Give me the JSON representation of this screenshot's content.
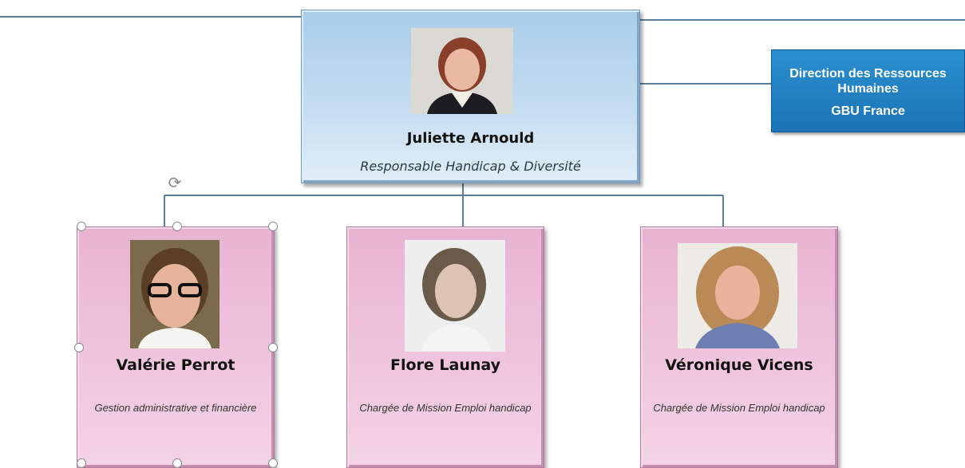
{
  "top": {
    "name": "Juliette Arnould",
    "role": "Responsable Handicap & Diversité"
  },
  "hr": {
    "line1": "Direction des Ressources",
    "line2": "Humaines",
    "line3": "GBU France"
  },
  "members": [
    {
      "name": "Valérie Perrot",
      "role": "Gestion administrative et financière"
    },
    {
      "name": "Flore Launay",
      "role": "Chargée de Mission Emploi handicap"
    },
    {
      "name": "Véronique Vicens",
      "role": "Chargée de Mission Emploi handicap"
    }
  ],
  "colors": {
    "top_fill": "#b8d6ee",
    "hr_fill": "#1f7fc2",
    "member_fill": "#efc3dc",
    "line": "#5a7f9a"
  }
}
